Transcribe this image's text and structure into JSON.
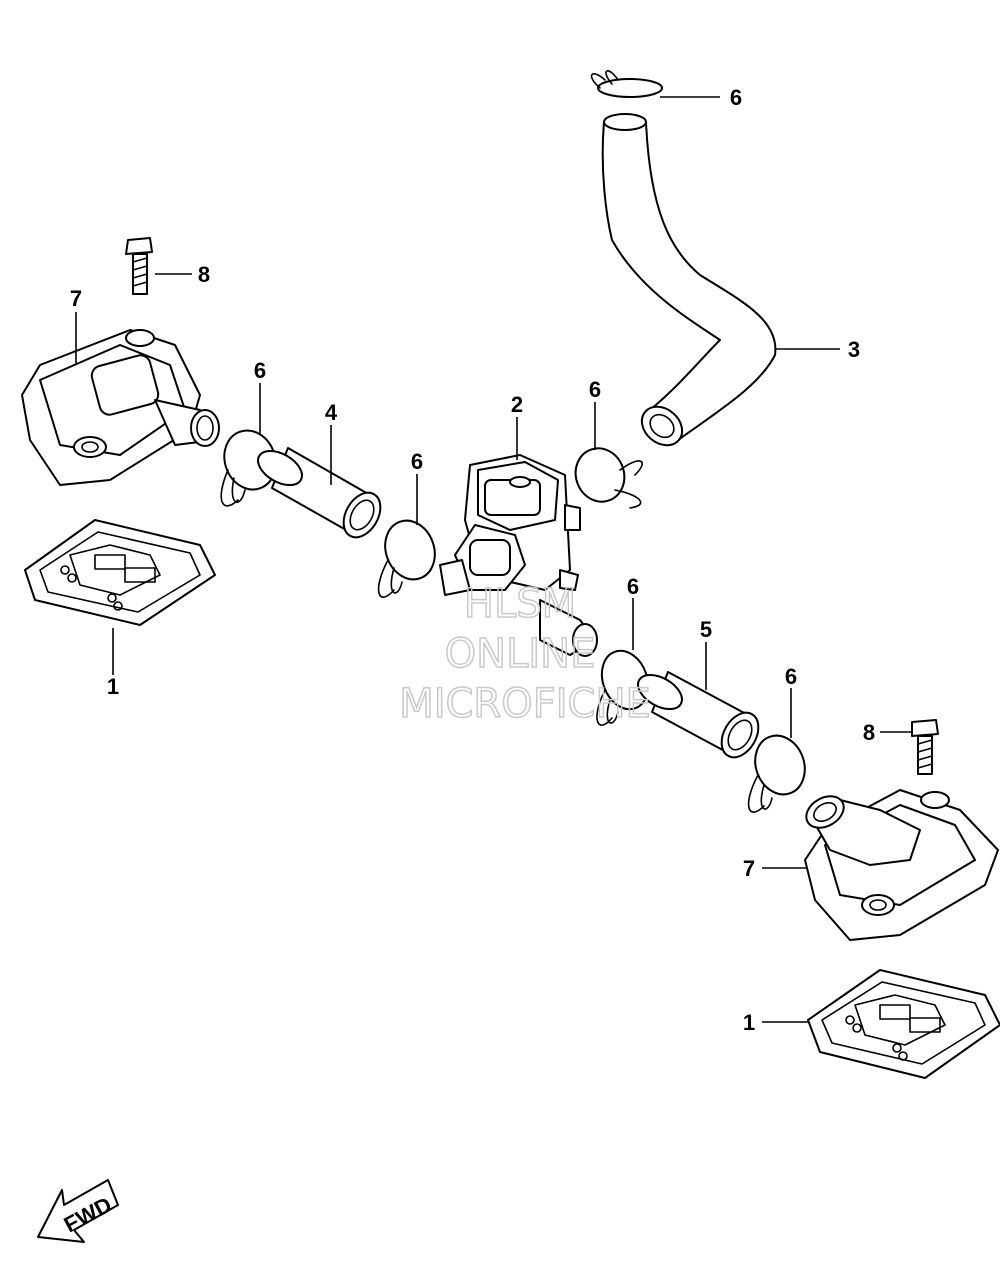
{
  "callouts": [
    {
      "id": "c6a",
      "label": "6"
    },
    {
      "id": "c8a",
      "label": "8"
    },
    {
      "id": "c7a",
      "label": "7"
    },
    {
      "id": "c3",
      "label": "3"
    },
    {
      "id": "c6b",
      "label": "6"
    },
    {
      "id": "c2",
      "label": "2"
    },
    {
      "id": "c6c",
      "label": "6"
    },
    {
      "id": "c4",
      "label": "4"
    },
    {
      "id": "c6d",
      "label": "6"
    },
    {
      "id": "c1a",
      "label": "1"
    },
    {
      "id": "c6e",
      "label": "6"
    },
    {
      "id": "c5",
      "label": "5"
    },
    {
      "id": "c6f",
      "label": "6"
    },
    {
      "id": "c8b",
      "label": "8"
    },
    {
      "id": "c7b",
      "label": "7"
    },
    {
      "id": "c1b",
      "label": "1"
    }
  ],
  "watermark": {
    "line1": "HLSM",
    "line2": "ONLINE",
    "line3": "MICROFICHE"
  },
  "fwd_label": "FWD"
}
